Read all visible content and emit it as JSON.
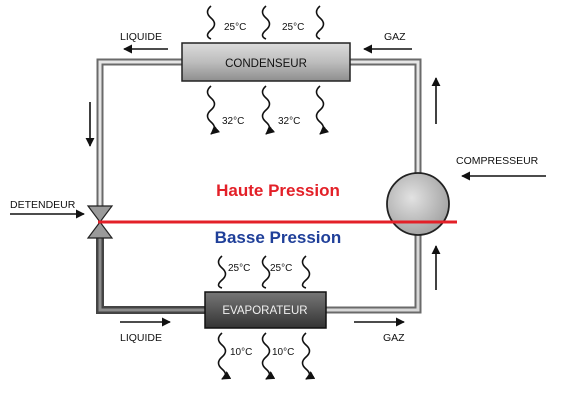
{
  "labels": {
    "condenser": "CONDENSEUR",
    "evaporator": "EVAPORATEUR",
    "compressor": "COMPRESSEUR",
    "expansion_valve": "DETENDEUR",
    "liquid_top": "LIQUIDE",
    "gas_top": "GAZ",
    "liquid_bottom": "LIQUIDE",
    "gas_bottom": "GAZ",
    "high_pressure": "Haute Pression",
    "low_pressure": "Basse Pression"
  },
  "temperatures": {
    "condenser_in": [
      "25°C",
      "25°C"
    ],
    "condenser_out": [
      "32°C",
      "32°C"
    ],
    "evaporator_in": [
      "25°C",
      "25°C"
    ],
    "evaporator_out": [
      "10°C",
      "10°C"
    ]
  },
  "colors": {
    "high_pressure": "#e32028",
    "low_pressure": "#1f3f99",
    "divider_line": "#e32028",
    "pipe": "#9a9a9a",
    "condenser_box": "#bfbfbf",
    "evaporator_box": "#5a5a5a",
    "compressor": "#c8c8c8"
  }
}
